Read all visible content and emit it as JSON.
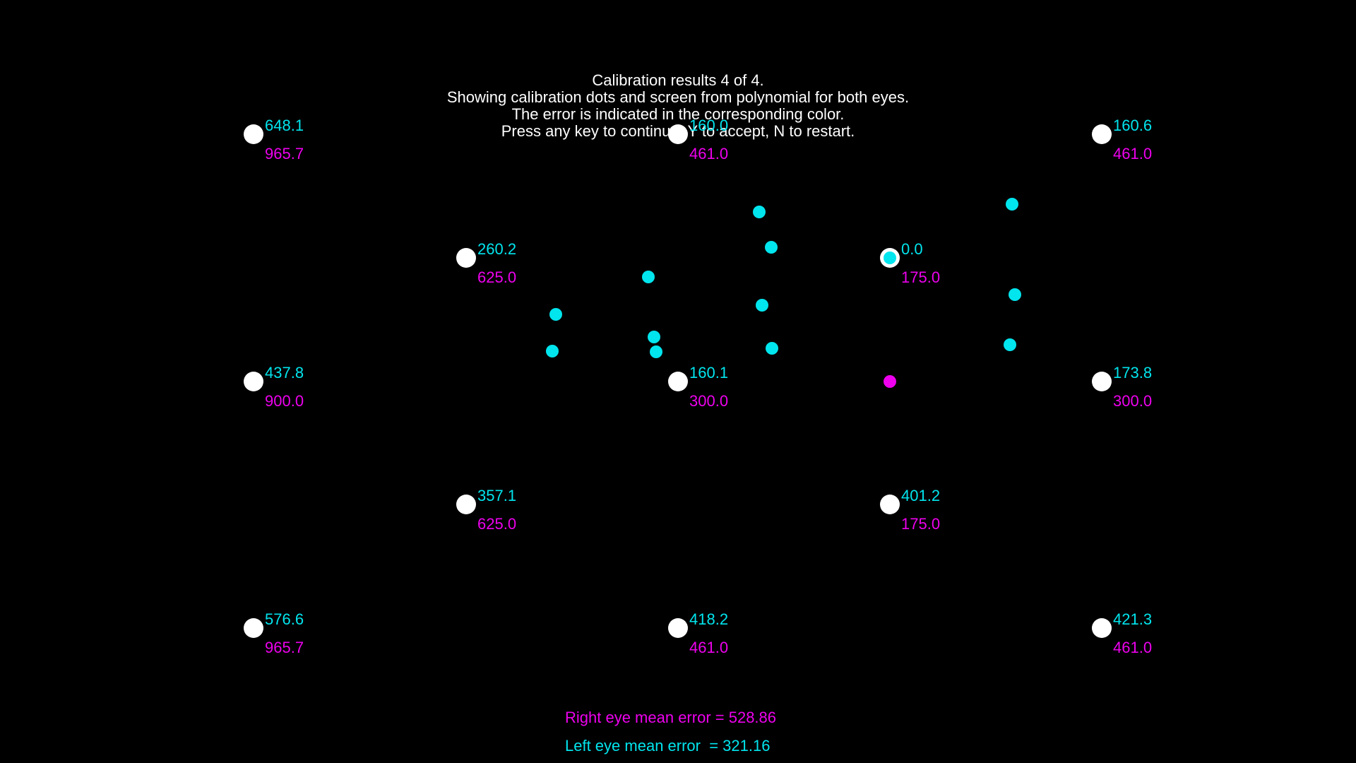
{
  "header": {
    "lines": [
      "Calibration results 4 of 4.",
      "Showing calibration dots and screen from polynomial for both eyes.",
      "The error is indicated in the corresponding color.",
      "Press any key to continue, Y to accept, N to restart."
    ]
  },
  "colors": {
    "background": "#000000",
    "target": "#ffffff",
    "left_eye": "#00e5ee",
    "right_eye": "#ee00ee",
    "header_text": "#ffffff"
  },
  "calibration_points": [
    {
      "left_error": "648.1",
      "right_error": "965.7"
    },
    {
      "left_error": "160.0",
      "right_error": "461.0"
    },
    {
      "left_error": "160.6",
      "right_error": "461.0"
    },
    {
      "left_error": "260.2",
      "right_error": "625.0"
    },
    {
      "left_error": "0.0",
      "right_error": "175.0"
    },
    {
      "left_error": "437.8",
      "right_error": "900.0"
    },
    {
      "left_error": "160.1",
      "right_error": "300.0"
    },
    {
      "left_error": "173.8",
      "right_error": "300.0"
    },
    {
      "left_error": "357.1",
      "right_error": "625.0"
    },
    {
      "left_error": "401.2",
      "right_error": "175.0"
    },
    {
      "left_error": "576.6",
      "right_error": "965.7"
    },
    {
      "left_error": "418.2",
      "right_error": "461.0"
    },
    {
      "left_error": "421.3",
      "right_error": "461.0"
    }
  ],
  "footer": {
    "right_eye_mean_error": "Right eye mean error = 528.86",
    "left_eye_mean_error": "Left eye mean error  = 321.16"
  }
}
